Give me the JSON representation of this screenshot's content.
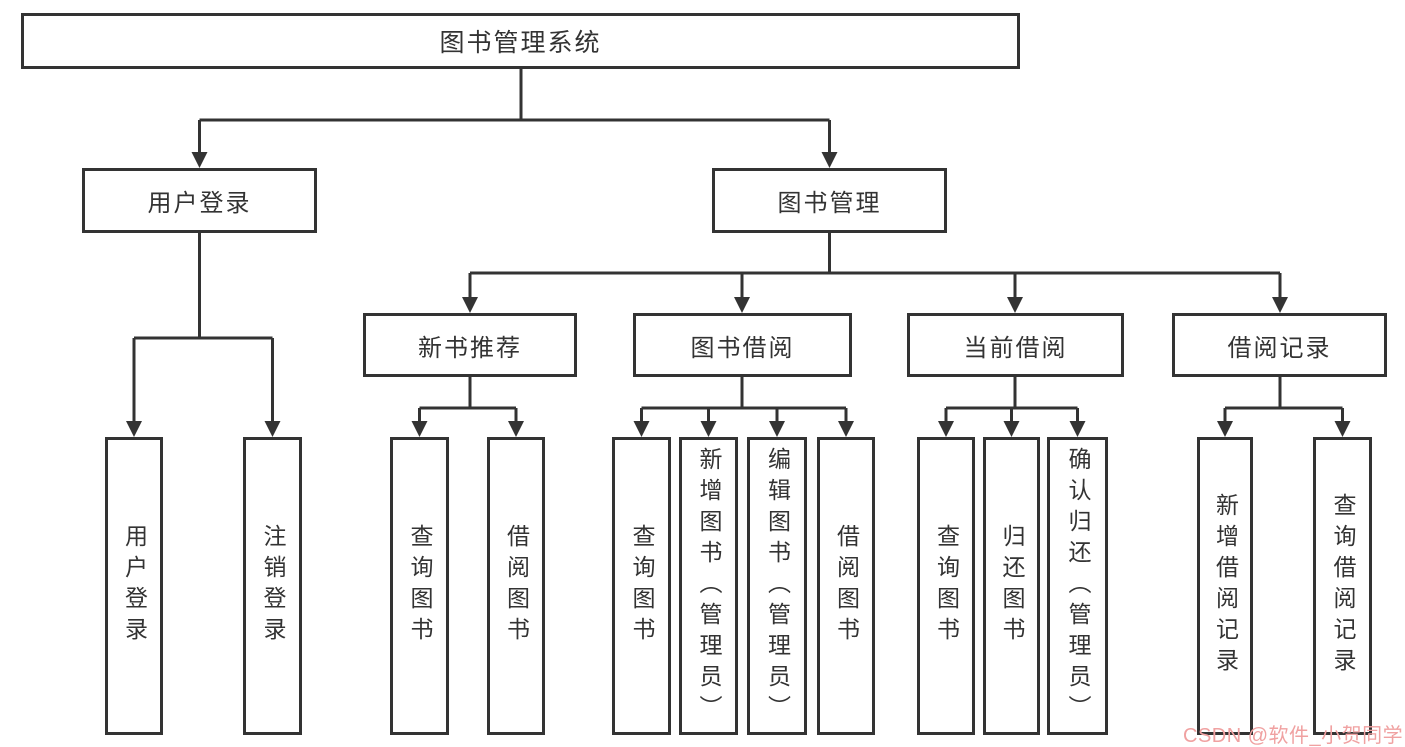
{
  "watermark": {
    "text": "CSDN @软件_小贺同学",
    "color": "#f0a1a1"
  },
  "colors": {
    "line": "#333333",
    "box_border": "#333333",
    "text": "#333333",
    "background": "#ffffff"
  },
  "tree": {
    "root": {
      "label": "图书管理系统",
      "children": [
        {
          "label": "用户登录",
          "children": [
            {
              "label": "用户登录"
            },
            {
              "label": "注销登录"
            }
          ]
        },
        {
          "label": "图书管理",
          "children": [
            {
              "label": "新书推荐",
              "children": [
                {
                  "label": "查询图书"
                },
                {
                  "label": "借阅图书"
                }
              ]
            },
            {
              "label": "图书借阅",
              "children": [
                {
                  "label": "查询图书"
                },
                {
                  "label": "新增图书（管理员）"
                },
                {
                  "label": "编辑图书（管理员）"
                },
                {
                  "label": "借阅图书"
                }
              ]
            },
            {
              "label": "当前借阅",
              "children": [
                {
                  "label": "查询图书"
                },
                {
                  "label": "归还图书"
                },
                {
                  "label": "确认归还（管理员）"
                }
              ]
            },
            {
              "label": "借阅记录",
              "children": [
                {
                  "label": "新增借阅记录"
                },
                {
                  "label": "查询借阅记录"
                }
              ]
            }
          ]
        }
      ]
    }
  }
}
